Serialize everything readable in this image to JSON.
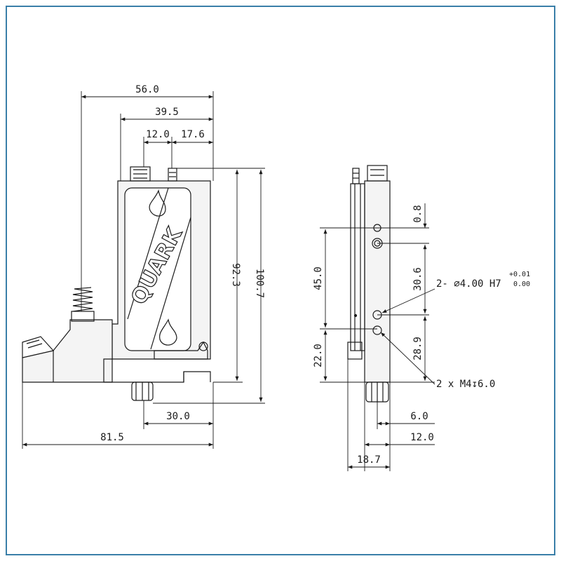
{
  "drawing": {
    "logo_text": "QUARK",
    "colors": {
      "frame": "#3a7fa8",
      "line": "#1a1a1a",
      "paper": "#ffffff",
      "body_fill": "#f4f4f4"
    },
    "front_view": {
      "dims": {
        "overall_width": "56.0",
        "reservoir_width": "39.5",
        "port_spacing": "12.0",
        "port_offset": "17.6",
        "height_inner": "92.3",
        "height_overall": "100.7",
        "nozzle_offset": "30.0",
        "base_length": "81.5"
      }
    },
    "side_view": {
      "dims": {
        "hole_spacing": "45.0",
        "lower_offset": "22.0",
        "top_offset": "0.8",
        "mid_spacing": "30.6",
        "lower_spacing": "28.9",
        "thickness_small": "6.0",
        "thickness_mid": "12.0",
        "thickness_total": "18.7"
      },
      "callouts": {
        "pin_hole": "2- ⌀4.00 H7",
        "tol_upper": "+0.01",
        "tol_lower": "0.00",
        "thread": "2 x M4↧6.0"
      }
    }
  }
}
